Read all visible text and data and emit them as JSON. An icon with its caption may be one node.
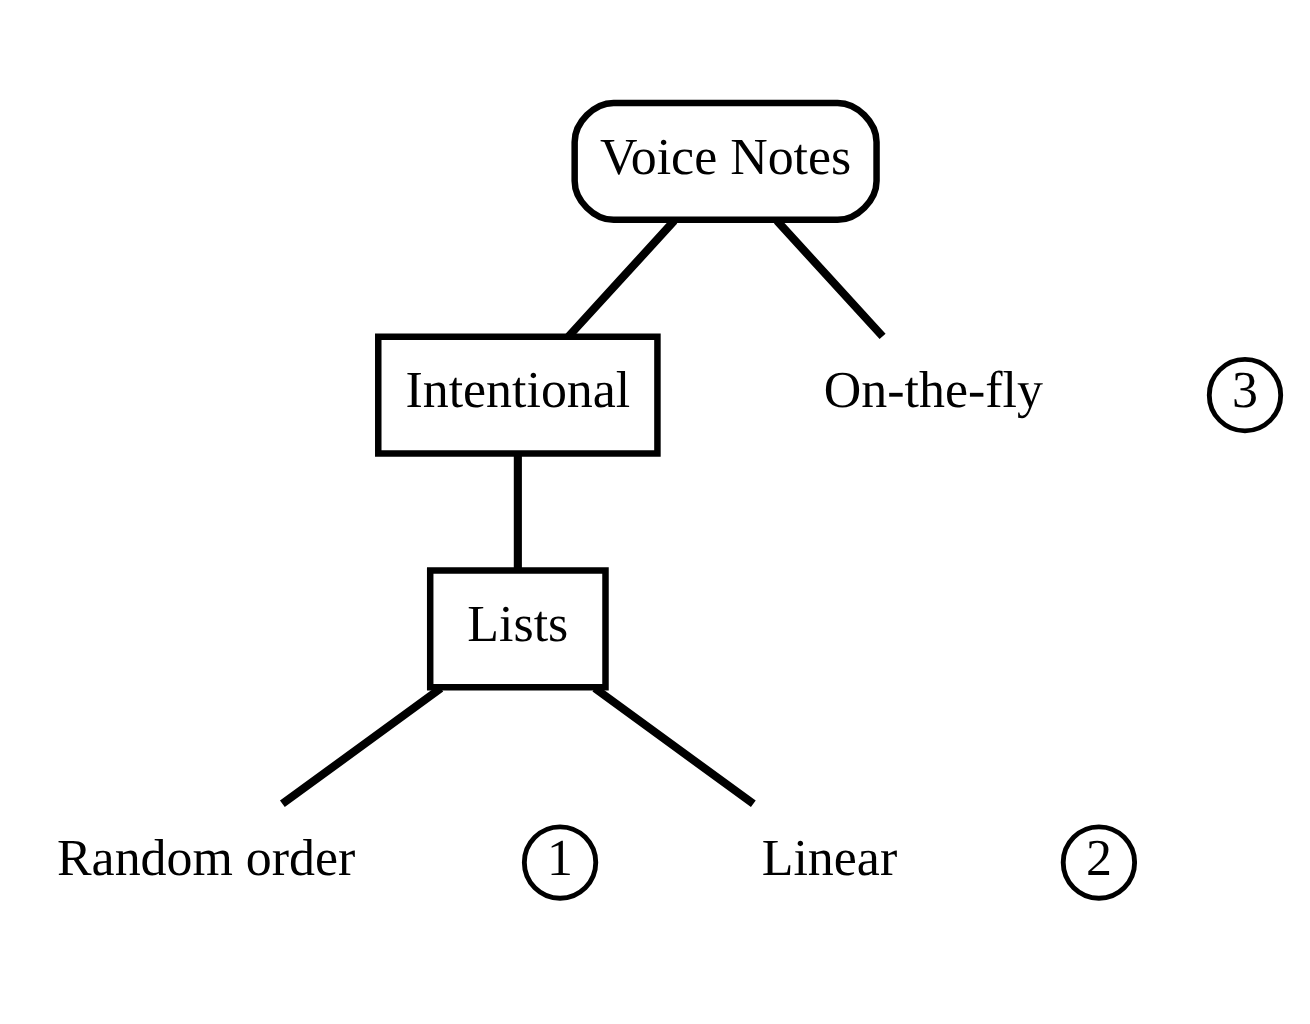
{
  "diagram": {
    "nodes": [
      {
        "text": [
          "Voice Notes"
        ]
      },
      {
        "text": [
          "Intentional"
        ]
      },
      {
        "text": [
          "On-the-fly"
        ]
      },
      {
        "text": [
          "3"
        ]
      },
      {
        "text": [
          "Lists"
        ]
      },
      {
        "text": [
          "Random order"
        ]
      },
      {
        "text": [
          "1"
        ]
      },
      {
        "text": [
          "Linear"
        ]
      },
      {
        "text": [
          "2"
        ]
      }
    ],
    "edges": [
      {
        "from": 0,
        "to": 1,
        "arrow": "none"
      },
      {
        "from": 0,
        "to": 2,
        "arrow": "none"
      },
      {
        "from": 1,
        "to": 4,
        "arrow": "none"
      },
      {
        "from": 4,
        "to": 5,
        "arrow": "none"
      },
      {
        "from": 4,
        "to": 7,
        "arrow": "none"
      }
    ]
  }
}
